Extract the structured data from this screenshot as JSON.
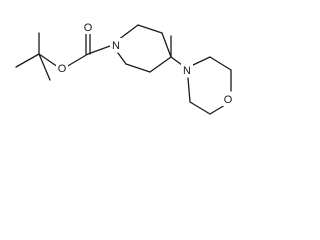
{
  "molecule": {
    "ink_color": "#1a1a1a",
    "background_color": "#ffffff",
    "atom_labels": {
      "carbonyl_oxygen": "O",
      "ester_oxygen": "O",
      "piperidine_nitrogen": "N",
      "morpholine_nitrogen": "N",
      "morpholine_oxygen": "O"
    }
  }
}
